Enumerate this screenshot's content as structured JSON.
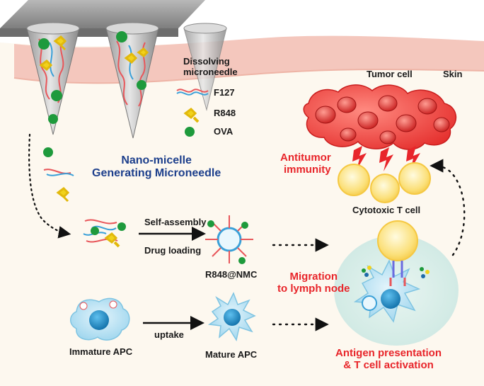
{
  "labels": {
    "dissolving": "Dissolving\nmicroneedle",
    "tumor_cell": "Tumor cell",
    "skin": "Skin",
    "legend": [
      {
        "label": "F127",
        "icon": "polymer-strand-icon"
      },
      {
        "label": "R848",
        "icon": "r848-molecule-icon"
      },
      {
        "label": "OVA",
        "icon": "ova-dot-icon"
      }
    ],
    "title": "Nano-micelle\nGenerating Microneedle",
    "antitumor": "Antitumor\nimmunity",
    "cytotoxic": "Cytotoxic T cell",
    "self_assembly": "Self-assembly",
    "drug_loading": "Drug loading",
    "micelle": "R848@NMC",
    "migration": "Migration\nto lymph node",
    "immature": "Immature APC",
    "uptake": "uptake",
    "mature": "Mature APC",
    "presentation": "Antigen presentation\n& T cell activation"
  },
  "colors": {
    "f127_red": "#e8565a",
    "f127_blue": "#3aa0d8",
    "r848_yellow": "#f1d21c",
    "ova_green": "#1e9a3c",
    "accent_red": "#e8252a",
    "title_navy": "#1d3f8c",
    "skin_pink": "#f4c7bd"
  }
}
